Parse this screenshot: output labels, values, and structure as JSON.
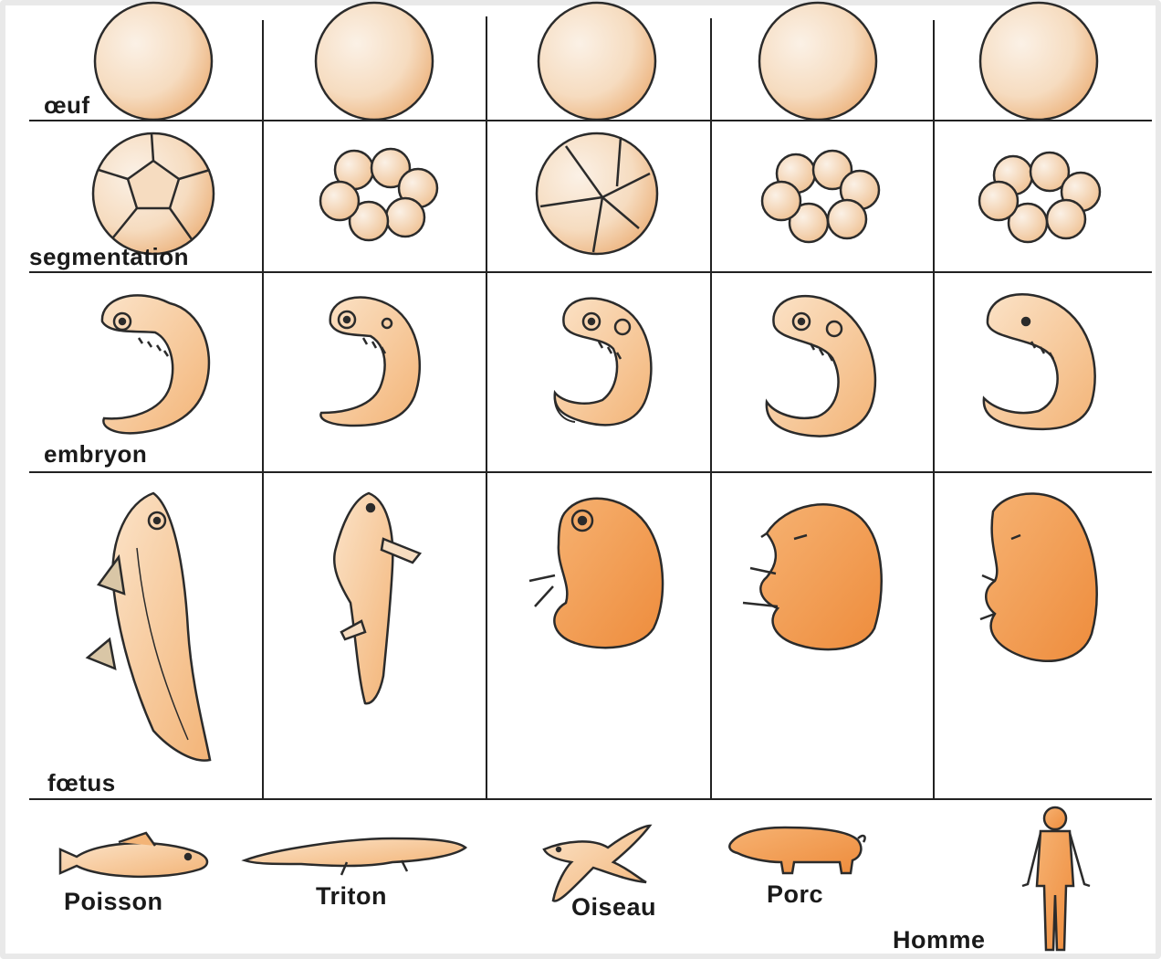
{
  "stages": [
    {
      "id": "egg",
      "label": "œuf"
    },
    {
      "id": "segmentation",
      "label": "segmentation"
    },
    {
      "id": "embryo",
      "label": "embryon"
    },
    {
      "id": "fetus",
      "label": "fœtus"
    }
  ],
  "species": [
    {
      "id": "fish",
      "label": "Poisson"
    },
    {
      "id": "newt",
      "label": "Triton"
    },
    {
      "id": "bird",
      "label": "Oiseau"
    },
    {
      "id": "pig",
      "label": "Porc"
    },
    {
      "id": "human",
      "label": "Homme"
    }
  ],
  "colors": {
    "egg_fill": "#f6dcc0",
    "body_fill": "#f8c48e",
    "fetus_fill": "#f29a4e",
    "outline": "#2b2b2b",
    "grid": "#222222"
  }
}
